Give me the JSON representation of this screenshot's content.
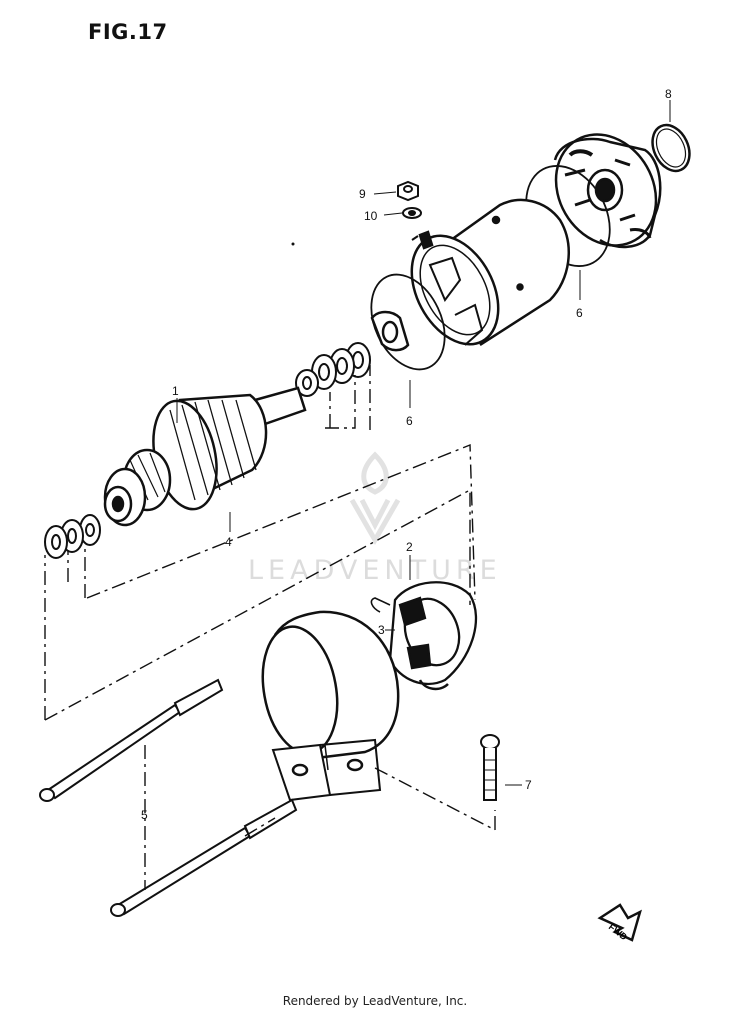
{
  "figure": {
    "title": "FIG.17"
  },
  "watermark": {
    "text": "LEADVENTURE"
  },
  "footer": {
    "credit": "Rendered by LeadVenture, Inc."
  },
  "fwd_badge": "FWD",
  "callouts": [
    "1",
    "2",
    "3",
    "4",
    "5",
    "6",
    "6",
    "7",
    "8",
    "9",
    "10"
  ]
}
